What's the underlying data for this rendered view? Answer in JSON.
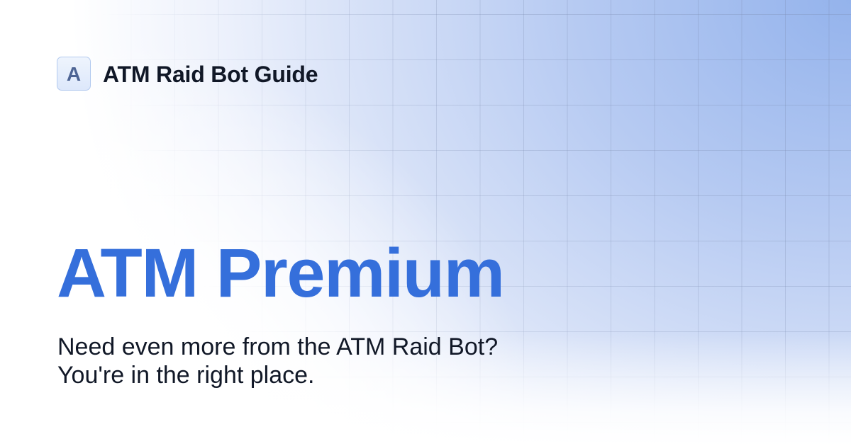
{
  "site": {
    "logo_letter": "A",
    "title": "ATM Raid Bot Guide"
  },
  "hero": {
    "headline": "ATM Premium",
    "subtitle_lines": [
      "Need even more from the ATM Raid Bot?",
      "You're in the right place."
    ]
  },
  "colors": {
    "headline": "#356fdb",
    "text": "#111827",
    "logo_letter": "#4d6494",
    "gradient_corner": "#9bb8ee",
    "background": "#ffffff"
  },
  "icons": {
    "logo": "letter-a-badge-icon"
  }
}
